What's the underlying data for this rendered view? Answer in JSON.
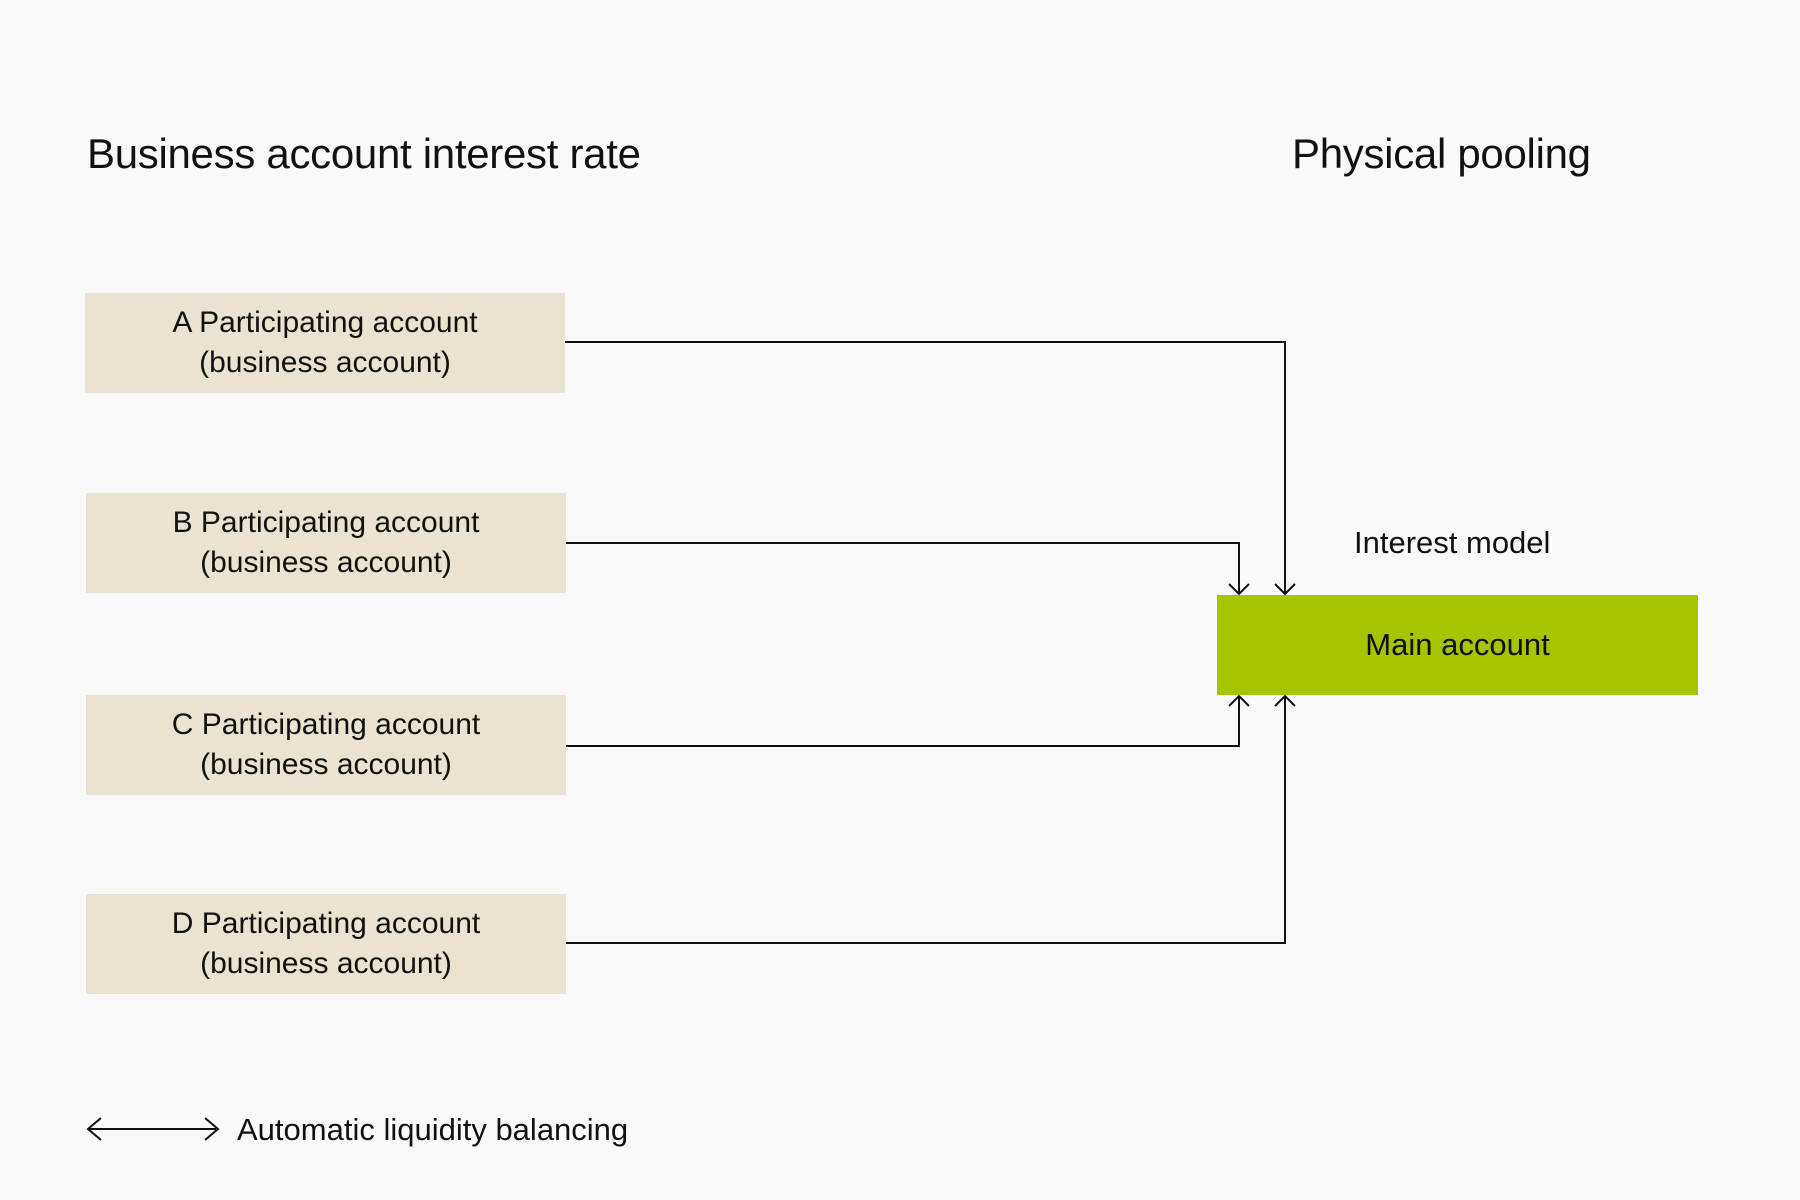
{
  "headings": {
    "left": "Business account interest rate",
    "right": "Physical pooling"
  },
  "participating_accounts": [
    {
      "letter": "A",
      "line1": "A Participating account",
      "line2": "(business account)"
    },
    {
      "letter": "B",
      "line1": "B Participating account",
      "line2": "(business account)"
    },
    {
      "letter": "C",
      "line1": "C Participating account",
      "line2": "(business account)"
    },
    {
      "letter": "D",
      "line1": "D Participating account",
      "line2": "(business account)"
    }
  ],
  "main_account": {
    "label": "Main account",
    "caption": "Interest model"
  },
  "legend": {
    "icon": "double-headed-arrow-icon",
    "label": "Automatic liquidity balancing"
  },
  "colors": {
    "background": "#f9f9f9",
    "participating_box": "#ebe3d1",
    "main_box": "#a6c400",
    "line": "#111111"
  }
}
